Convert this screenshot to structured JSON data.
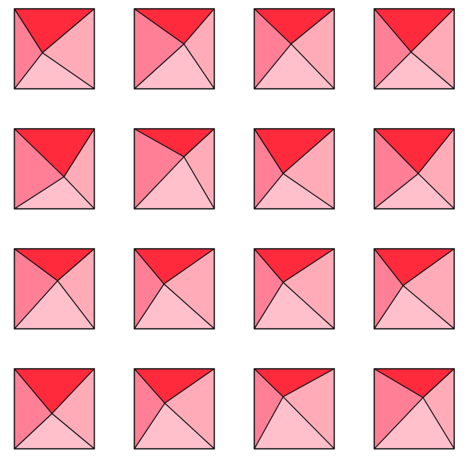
{
  "colors": {
    "top": "#ff2a3c",
    "left": "#ff8096",
    "right": "#ffacb8",
    "bottom": "#ffc0cc",
    "stroke": "#111111",
    "background": "#ffffff"
  },
  "grid": {
    "rows": 4,
    "cols": 4
  },
  "tiles": [
    {
      "apex": [
        0.35,
        0.55
      ]
    },
    {
      "apex": [
        0.62,
        0.44
      ]
    },
    {
      "apex": [
        0.46,
        0.44
      ]
    },
    {
      "apex": [
        0.46,
        0.54
      ]
    },
    {
      "apex": [
        0.62,
        0.6
      ]
    },
    {
      "apex": [
        0.62,
        0.35
      ]
    },
    {
      "apex": [
        0.36,
        0.56
      ]
    },
    {
      "apex": [
        0.55,
        0.56
      ]
    },
    {
      "apex": [
        0.54,
        0.4
      ]
    },
    {
      "apex": [
        0.37,
        0.44
      ]
    },
    {
      "apex": [
        0.36,
        0.42
      ]
    },
    {
      "apex": [
        0.36,
        0.46
      ]
    },
    {
      "apex": [
        0.47,
        0.56
      ]
    },
    {
      "apex": [
        0.38,
        0.43
      ]
    },
    {
      "apex": [
        0.36,
        0.35
      ]
    },
    {
      "apex": [
        0.61,
        0.36
      ]
    }
  ]
}
